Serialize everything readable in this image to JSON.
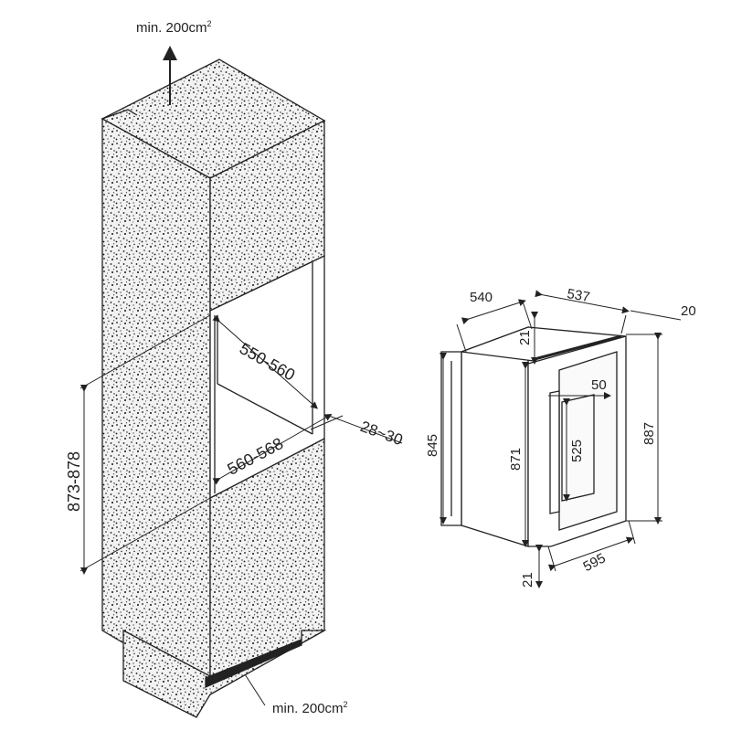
{
  "ventilation": {
    "top_label": "min. 200cm",
    "bottom_label": "min. 200cm",
    "unit_sup": "2"
  },
  "niche": {
    "height": "873-878",
    "depth_top": "550-560",
    "depth_bottom": "560-568",
    "door_gap": "28~30"
  },
  "appliance": {
    "depth": "540",
    "width_top": "537",
    "offset_20": "20",
    "top_gap": "21",
    "height_side": "845",
    "height_body": "871",
    "height_front": "887",
    "handle_offset": "50",
    "handle_height": "525",
    "bottom_gap": "21",
    "width": "595"
  }
}
